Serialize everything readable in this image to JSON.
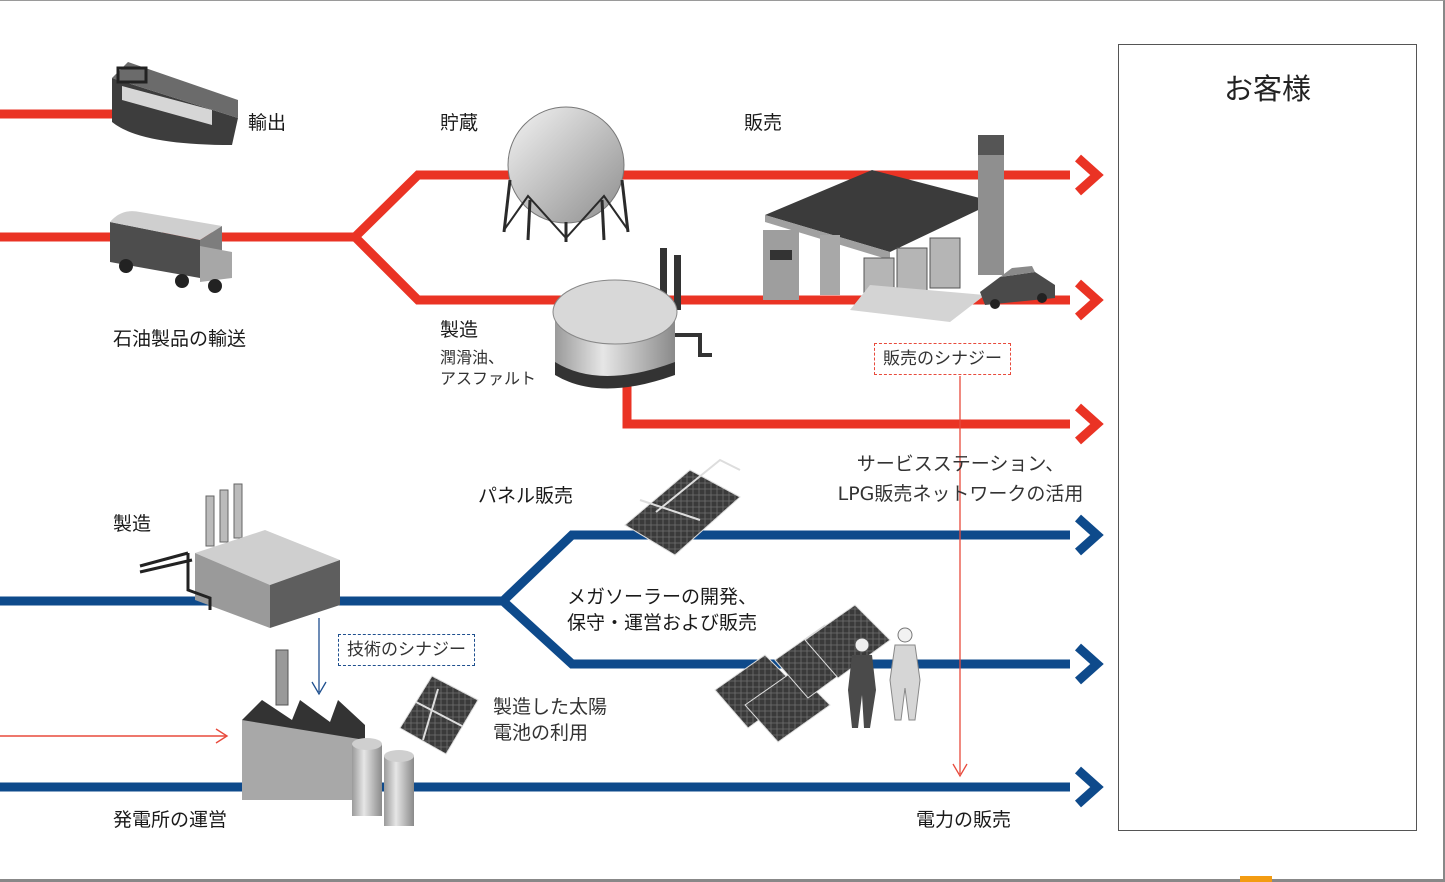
{
  "colors": {
    "petroleum_flow": "#ea3324",
    "energy_flow": "#0e4a8b",
    "synergy_red": "#e84a3c",
    "synergy_blue": "#1e4f8e",
    "accent_tab": "#f39c12"
  },
  "labels": {
    "export": "輸出",
    "storage": "貯蔵",
    "sales": "販売",
    "transport": "石油製品の輸送",
    "refining_title": "製造",
    "refining_detail": "潤滑油、\nアスファルト",
    "panel_sales": "パネル販売",
    "manufacturing": "製造",
    "mega_solar": "メガソーラーの開発、\n保守・運営および販売",
    "use_cells": "製造した太陽\n電池の利用",
    "service_network": "サービスステーション、\nLPG販売ネットワークの活用",
    "power_plant": "発電所の運営",
    "power_sales": "電力の販売"
  },
  "synergies": {
    "sales": "販売のシナジー",
    "technology": "技術のシナジー"
  },
  "customer": {
    "title": "お客様"
  },
  "icons": [
    "tanker-ship-icon",
    "tanker-truck-icon",
    "spherical-tank-icon",
    "refinery-tank-icon",
    "gas-station-icon",
    "car-icon",
    "house-icon",
    "excavator-icon",
    "solar-panel-icon",
    "factory-icon",
    "power-plant-icon",
    "workers-icon",
    "apartment-building-icon",
    "solar-house-icon"
  ]
}
